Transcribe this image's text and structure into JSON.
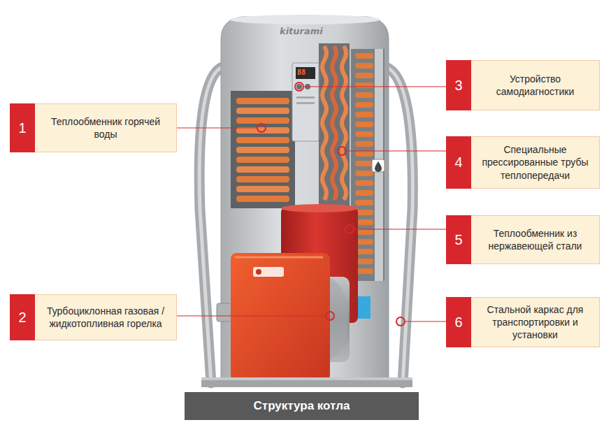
{
  "diagram": {
    "caption": "Структура котла",
    "nodes": [
      {
        "text": [
          "1",
          "Теплообменник горячей воды"
        ]
      },
      {
        "text": [
          "2",
          "Турбоциклонная газовая / жидкотопливная горелка"
        ]
      },
      {
        "text": [
          "3",
          "Устройство самодиагностики"
        ]
      },
      {
        "text": [
          "4",
          "Специальные прессированные трубы теплопередачи"
        ]
      },
      {
        "text": [
          "5",
          "Теплообменник из нержавеющей стали"
        ]
      },
      {
        "text": [
          "6",
          "Стальной каркас для транспортировки и установки"
        ]
      }
    ],
    "labels": [
      "kiturami",
      "88"
    ]
  }
}
